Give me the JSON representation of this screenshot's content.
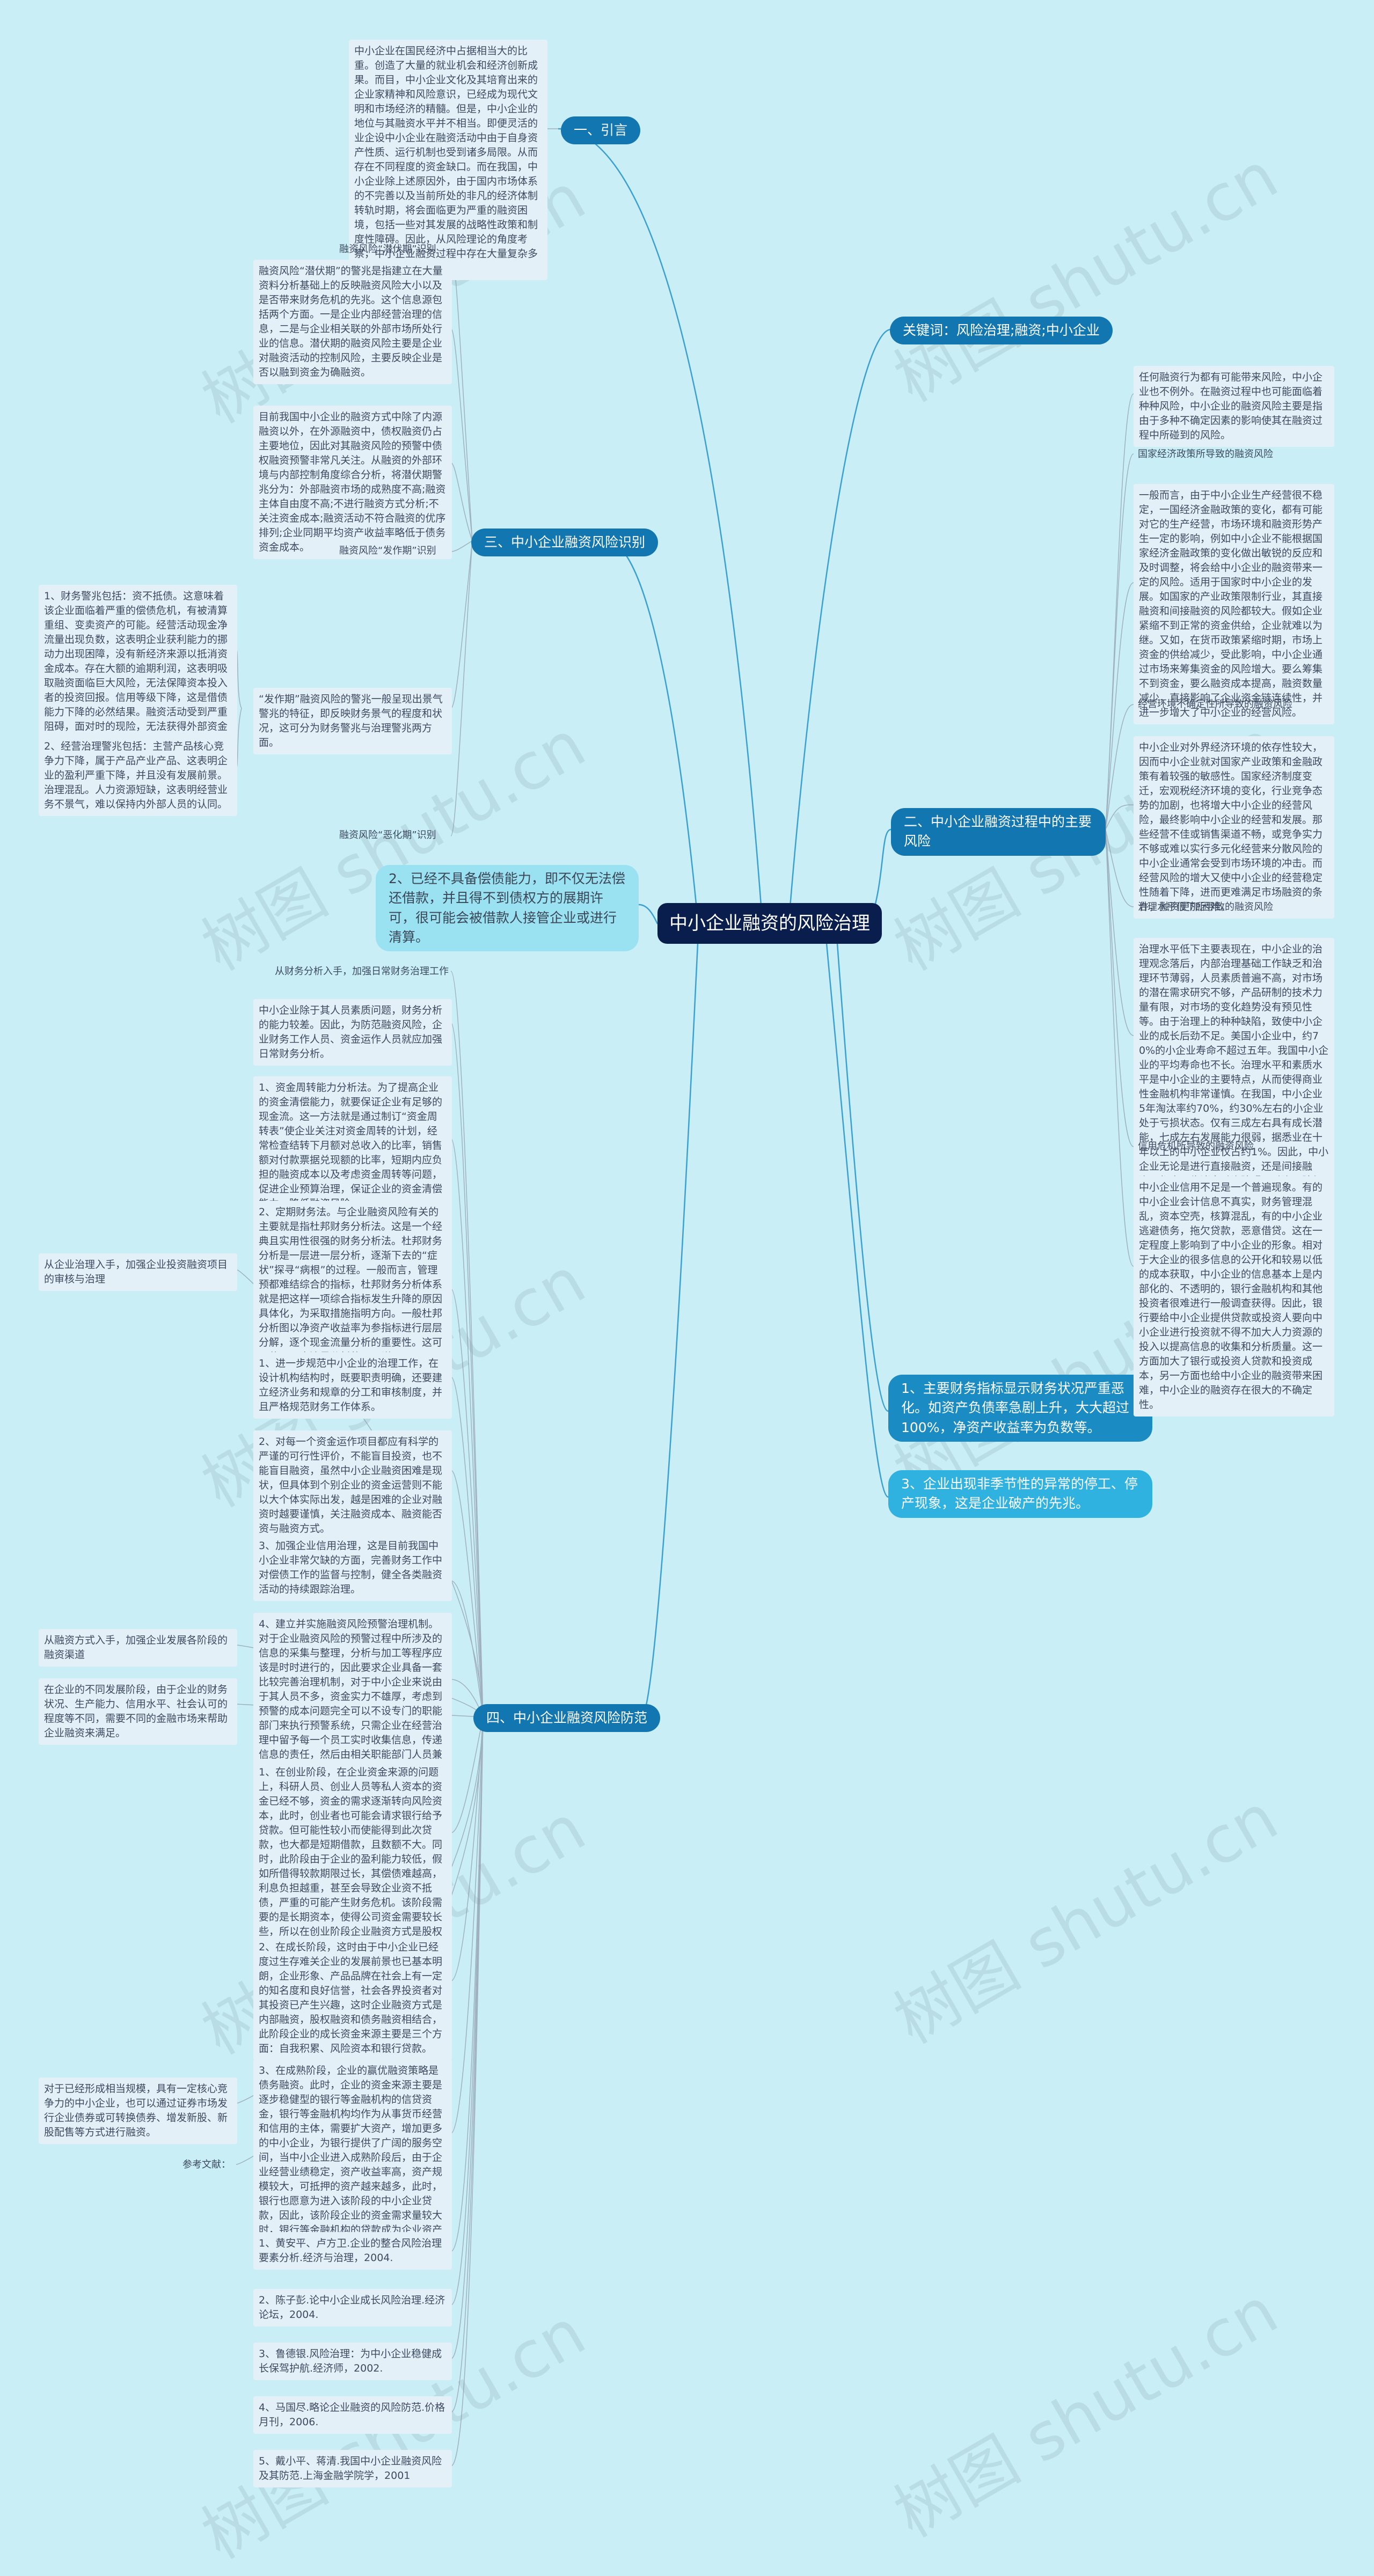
{
  "diagram": {
    "root": "中小企业融资的风险治理",
    "watermark": "树图 shutu.cn",
    "branches": {
      "intro": "一、引言",
      "keywords": "关键词：风险治理;融资;中小企业",
      "identify": "三、中小企业融资风险识别",
      "process": "二、中小企业融资过程中的主要风险",
      "prevent": "四、中小企业融资风险防范",
      "sign_credit": "2、已经不具备偿债能力，即不仅无法偿还借款，并且得不到债权方的展期许可，很可能会被借款人接管企业或进行清算。",
      "sign_debt": "1、主要财务指标显示财务状况严重恶化。如资产负债率急剧上升，大大超过100%，净资产收益率为负数等。",
      "sign_stop": "3、企业出现非季节性的异常的停工、停产现象，这是企业破产的先兆。"
    },
    "intro_text": "中小企业在国民经济中占据相当大的比重。创造了大量的就业机会和经济创新成果。而目，中小企业文化及其培育出来的企业家精神和风险意识，已经成为现代文明和市场经济的精髓。但是，中小企业的地位与其融资水平并不相当。即便灵活的业企设中小企业在融资活动中由于自身资产性质、运行机制也受到诸多局限。从而存在不同程度的资金缺口。而在我国，中小企业除上述原因外，由于国内市场体系的不完善以及当前所处的非凡的经济体制转轨时期，将会面临更为严重的融资困境，包括一些对其发展的战略性政策和制度性障碍。因此，从风险理论的角度考察，中小企业融资过程中存在大量复杂多变的风险因素。",
    "identify": {
      "latent_label": "融资风险“潜伏期”识别",
      "latent_text": "融资风险“潜伏期”的警兆是指建立在大量资料分析基础上的反映融资风险大小以及是否带来财务危机的先兆。这个信息源包括两个方面。一是企业内部经营治理的信息，二是与企业相关联的外部市场所处行业的信息。潜伏期的融资风险主要是企业对融资活动的控制风险，主要反映企业是否以融到资金为确融资。",
      "latent_text2": "目前我国中小企业的融资方式中除了内源融资以外，在外源融资中，债权融资仍占主要地位，因此对其融资风险的预警中债权融资预警非常凡关注。从融资的外部环境与内部控制角度综合分析，将潜伏期警兆分为：外部融资市场的成熟度不高;融资主体自由度不高;不进行融资方式分析;不关注资金成本;融资活动不符合融资的优序排列;企业同期平均资产收益率略低于债务资金成本。",
      "onset_label": "融资风险“发作期”识别",
      "onset_text": "“发作期”融资风险的警兆一般呈现出景气警兆的特征，即反映财务景气的程度和状况，这可分为财务警兆与治理警兆两方面。",
      "onset_finance": "1、财务警兆包括：资不抵债。这意味着该企业面临着严重的偿债危机，有被清算重组、变卖资产的可能。经营活动现金净流量出现负数，这表明企业获利能力的挪动力出现困障，没有新经济来源以抵消资金成本。存在大额的逾期利润，这表明吸取融资面临巨大风险，无法保障资本投入者的投资回报。信用等级下降，这是借债能力下降的必然结果。融资活动受到严重阻碍，面对时的现险，无法获得外部资金支持。",
      "onset_manage": "2、经营治理警兆包括：主营产品核心竞争力下降，属于产品产业产品、这表明企业的盈利严重下降，并且没有发展前景。治理混乱。人力资源短缺，这表明经营业务不景气，难以保持内外部人员的认同。",
      "deteriorate_label": "融资风险“恶化期”识别"
    },
    "process": {
      "intro": "任何融资行为都有可能带来风险，中小企业也不例外。在融资过程中也可能面临着种种风险，中小企业的融资风险主要是指由于多种不确定因素的影响使其在融资过程中所碰到的风险。",
      "policy_label": "国家经济政策所导致的融资风险",
      "policy_text": "一般而言，由于中小企业生产经营很不稳定，一国经济金融政策的变化，都有可能对它的生产经营，市场环境和融资形势产生一定的影响，例如中小企业不能根据国家经济金融政策的变化做出敏锐的反应和及时调整，将会给中小企业的融资带来一定的风险。适用于国家时中小企业的发展。如国家的产业政策限制行业，其直接融资和间接融资的风险都较大。假如企业紧缩不到正常的资金供给，企业就难以为继。又如，在货币政策紧缩时期，市场上资金的供给减少，受此影响，中小企业通过市场来筹集资金的风险增大。要么筹集不到资金，要么融资成本提高，融资数量减少，直接影响了企业资金链连续性，并进一步增大了中小企业的经营风险。",
      "market_label": "经营环境不确定性所导致的融资风险",
      "market_text": "中小企业对外界经济环境的依存性较大，因而中小企业就对国家产业政策和金融政策有着较强的敏感性。国家经济制度变迁，宏观税经济环境的变化，行业竞争态势的加剧，也将增大中小企业的经营风险，最终影响中小企业的经营和发展。那些经营不佳或销售渠道不畅，或竞争实力不够或难以实行多元化经营来分散风险的中小企业通常会受到市场环境的冲击。而经营风险的增大又使中小企业的经营稳定性随着下降，进而更难满足市场融资的条件，融资更加困难。",
      "governance_label": "治理水平低下所导致的融资风险",
      "governance_text": "治理水平低下主要表现在，中小企业的治理观念落后，内部治理基础工作缺乏和治理环节薄弱，人员素质普遍不高，对市场的潜在需求研究不够，产品研制的技术力量有限，对市场的变化趋势没有预见性等。由于治理上的种种缺陷，致使中小企业的成长后劲不足。美国小企业中，约70%的小企业寿命不超过五年。我国中小企业的平均寿命也不长。治理水平和素质水平是中小企业的主要特点，从而使得商业性金融机构非常谨慎。在我国，中小企业5年淘汰率约70%，约30%左右的小企业处于亏损状态。仅有三成左右具有成长潜能，七成左右发展能力很弱，据悉业在十年以上的中小企业仅占约1%。因此，中小企业无论是进行直接融资，还是间接融资，都会面临诸多融资障碍，融资风险很大。",
      "credit_label": "信用危机所导致的融资风险",
      "credit_text": "中小企业信用不足是一个普遍现象。有的中小企业会计信息不真实，财务管理混乱，资本空壳，核算混乱，有的中小企业逃避债务，拖欠贷款，恶意借贷。这在一定程度上影响到了中小企业的形象。相对于大企业的很多信息的公开化和较易以低的成本获取，中小企业的信息基本上是内部化的、不透明的，银行金融机构和其他投资者很难进行一般调查获得。因此，银行要给中小企业提供贷款或投资人要向中小企业进行投资就不得不加大人力资源的投入以提高信息的收集和分析质量。这一方面加大了银行或投资人贷款和投资成本，另一方面也给中小企业的融资带来困难，中小企业的融资存在很大的不确定性。"
    },
    "prevent": {
      "finance_label": "从财务分析入手，加强日常财务治理工作",
      "finance_intro": "中小企业除于其人员素质问题，财务分析的能力较差。因此，为防范融资风险，企业财务工作人员、资金运作人员就应加强日常财务分析。",
      "finance_1": "1、资金周转能力分析法。为了提高企业的资金清偿能力，就要保证企业有足够的现金流。这一方法就是通过制订“资金周转表”使企业关注对资金周转的计划，经常检查结转下月额对总收入的比率，销售额对付款票据兑现额的比率，短期内应负担的融资成本以及考虑资金周转等问题，促进企业预算治理，保证企业的资金清偿能力，降低融资风险。",
      "finance_2": "2、定期财务法。与企业融资风险有关的主要就是指杜邦财务分析法。这是一个经典且实用性很强的财务分析法。杜邦财务分析是一层进一层分析，逐渐下去的“症状”探寻“病根”的过程。一般而言，管理预都难结综合的指标，杜邦财务分析体系就是把这样一项综合指标发生升降的原因具体化，为采取措施指明方向。一般杜邦分析图以净资产收益率为参指标进行层层分解，逐个现金流量分析的重要性。这可以使用现金流量分析的“盈”说明。",
      "source_label": "从企业治理入手，加强企业投资融资项目的审核与治理",
      "source_1": "1、进一步规范中小企业的治理工作，在设计机构结构时，既要职责明确，还要建立经济业务和规章的分工和审核制度，并且严格规范财务工作体系。",
      "source_2": "2、对每一个资金运作项目都应有科学的严谨的可行性评价，不能盲目投资，也不能盲目融资，虽然中小企业融资困难是现状，但具体到个别企业的资金运营则不能以大个体实际出发，越是困难的企业对融资时越要谨慎，关注融资成本、融资能否资与融资方式。",
      "source_3": "3、加强企业信用治理，这是目前我国中小企业非常欠缺的方面，完善财务工作中对偿债工作的监督与控制，健全各类融资活动的持续跟踪治理。",
      "source_4": "4、建立并实施融资风险预警治理机制。对于企业融资风险的预警过程中所涉及的信息的采集与整理，分析与加工等程序应该是时时进行的，因此要求企业具备一套比较完善治理机制，对于中小企业来说由于其人员不多，资金实力不雄厚，考虑到预警的成本问题完全可以不设专门的职能部门来执行预警系统，只需企业在经营治理中留予每一个员工实时收集信息，传递信息的责任，然后由相关职能部门人员兼任预警机构人员。",
      "way_label": "从融资方式入手，加强企业发展各阶段的融资渠道",
      "way_intro": "在企业的不同发展阶段，由于企业的财务状况、生产能力、信用水平、社会认可的程度等不同，需要不同的金融市场来帮助企业融资来满足。",
      "way_1": "1、在创业阶段，在企业资金来源的问题上，科研人员、创业人员等私人资本的资金已经不够，资金的需求逐渐转向风险资本，此时，创业者也可能会请求银行给予贷款。但可能性较小而使能得到此次贷款，也大都是短期借款，且数额不大。同时，此阶段由于企业的盈利能力较低，假如所借得较款期限过长，其偿债难越高，利息负担越重，甚至会导致企业资不抵债，严重的可能产生财务危机。该阶段需要的是长期资本，使得公司资金需要较长些，所以在创业阶段企业融资方式是股权融资，在融资渠道上应选择风险投资。",
      "way_2": "2、在成长阶段，这时由于中小企业已经度过生存难关企业的发展前景也已基本明朗，企业形象、产品品牌在社会上有一定的知名度和良好信誉，社会各界投资者对其投资已产生兴趣，这时企业融资方式是内部融资，股权融资和债务融资相结合，此阶段企业的成长资金来源主要是三个方面：自我积累、风险资本和银行贷款。",
      "way_3": "3、在成熟阶段，企业的赢优融资策略是债务融资。此时，企业的资金来源主要是逐步稳健型的银行等金融机构的信贷资金，银行等金融机构均作为从事货币经营和信用的主体，需要扩大资产，增加更多的中小企业，为银行提供了广阔的服务空间，当中小企业进入成熟阶段后，由于企业经营业绩稳定，资产收益率高，资产规模较大，可抵押的资产越来越多，此时，银行也愿意为进入该阶段的中小企业贷款，因此，该阶段企业的资金需求量较大时，银行等金融机构的贷款成为企业资产的主要来源。",
      "large_text": "对于已经形成相当规模，具有一定核心竞争力的中小企业，也可以通过证券市场发行企业债券或可转换债券、增发新股、新股配售等方式进行融资。",
      "ref_label": "参考文献：",
      "refs": [
        "1、黄安平、卢方卫.企业的整合风险治理要素分析.经济与治理，2004.",
        "2、陈子彭.论中小企业成长风险治理.经济论坛，2004.",
        "3、鲁德银.风险治理：为中小企业稳健成长保驾护航.经济师，2002.",
        "4、马国尽.略论企业融资的风险防范.价格月刊，2006.",
        "5、戴小平、蒋清.我国中小企业融资风险及其防范.上海金融学院学，2001"
      ]
    }
  },
  "colors": {
    "background": "#c9eef6",
    "root": "#0a1e4e",
    "branch": "#1b8cc3",
    "branch_light": "#2fb2e0",
    "branch_pale": "#9ae2f2",
    "leaf_bg": "#e4f0f8",
    "line": "#3aa0d4"
  }
}
